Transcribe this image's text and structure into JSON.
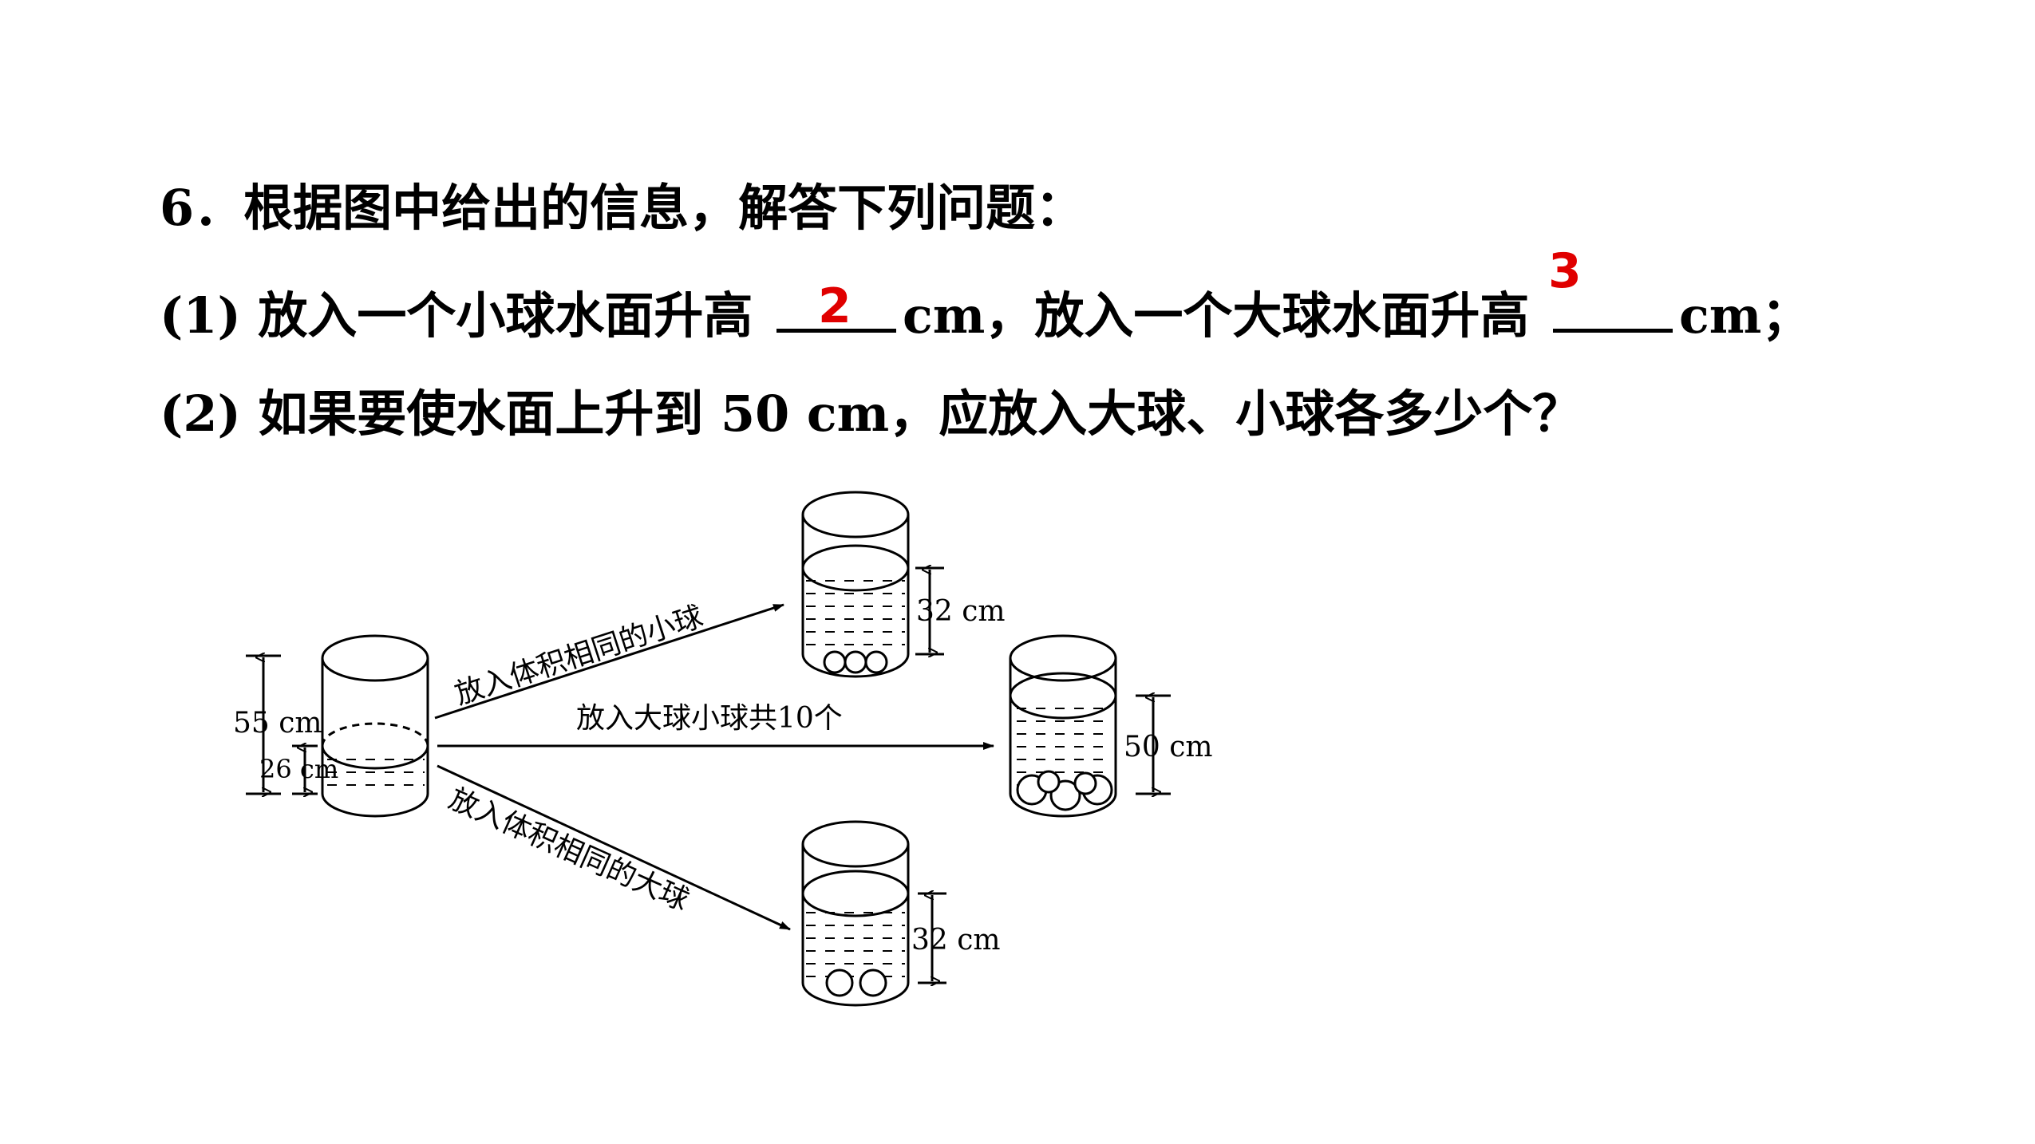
{
  "question": {
    "title": "6．根据图中给出的信息，解答下列问题：",
    "part1_prefix": "(1) 放入一个小球水面升高 ",
    "part1_mid": "cm，放入一个大球水面升高 ",
    "part1_suffix": "cm；",
    "answer_small": "2",
    "answer_large": "3",
    "part2": "(2) 如果要使水面上升到 50 cm，应放入大球、小球各多少个？"
  },
  "diagram": {
    "height_55": "55 cm",
    "height_26": "26 cm",
    "arrow_small_label": "放入体积相同的小球",
    "arrow_mixed_label": "放入大球小球共10个",
    "arrow_large_label": "放入体积相同的大球",
    "small_result_height": "32 cm",
    "mixed_result_height": "50 cm",
    "large_result_height": "32 cm"
  },
  "colors": {
    "answer": "#e00000"
  }
}
